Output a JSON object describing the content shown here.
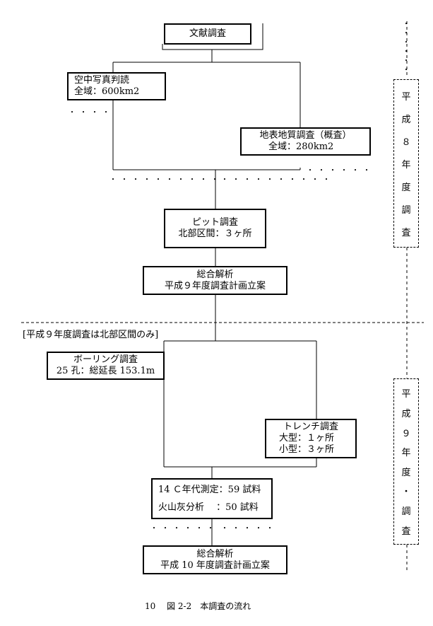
{
  "boxes": {
    "bunken": {
      "line1": "文献調査"
    },
    "kuchu": {
      "line1": "空中写真判読",
      "line2": "全域：600km2"
    },
    "chihyo": {
      "line1": "地表地質調査（概査）",
      "line2": "全域：280km2"
    },
    "pit": {
      "line1": "ピット調査",
      "line2": "北部区間：３ヶ所"
    },
    "sogo1": {
      "line1": "総合解析",
      "line2": "平成９年度調査計画立案"
    },
    "boring": {
      "line1": "ボーリング調査",
      "line2": "25 孔：総延長 153.1m"
    },
    "trench": {
      "line1": "トレンチ調査",
      "line2": "大型：１ヶ所",
      "line3": "小型：３ヶ所"
    },
    "c14": {
      "line1": "14 Ｃ年代測定：59 試料",
      "line2": "火山灰分析　 ：50 試料"
    },
    "sogo2": {
      "line1": "総合解析",
      "line2": "平成 10 年度調査計画立案"
    }
  },
  "note": "[平成９年度調査は北部区間のみ]",
  "phase_labels": {
    "h8": [
      "平",
      "成",
      "８",
      "年",
      "度",
      "調",
      "査"
    ],
    "h9": [
      "平",
      "成",
      "９",
      "年",
      "度",
      "・",
      "調",
      "査"
    ]
  },
  "caption": "10　 図 2-2　本調査の流れ"
}
